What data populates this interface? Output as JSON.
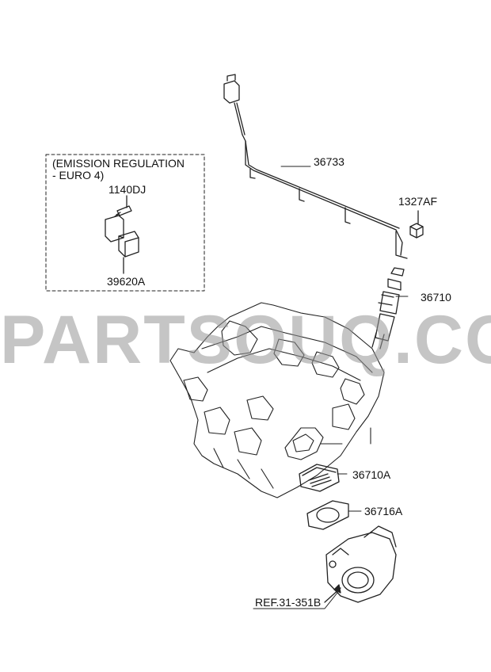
{
  "notes": {
    "emission_line1": "(EMISSION REGULATION",
    "emission_line2": " - EURO 4)"
  },
  "parts": {
    "bolt": "1140DJ",
    "relay": "39620A",
    "harness": "36733",
    "nut": "1327AF",
    "glow_plug": "36710",
    "heater": "36710A",
    "gasket": "36716A",
    "ref": "REF.31-351B"
  },
  "watermark": "PARTSOUQ.COM"
}
